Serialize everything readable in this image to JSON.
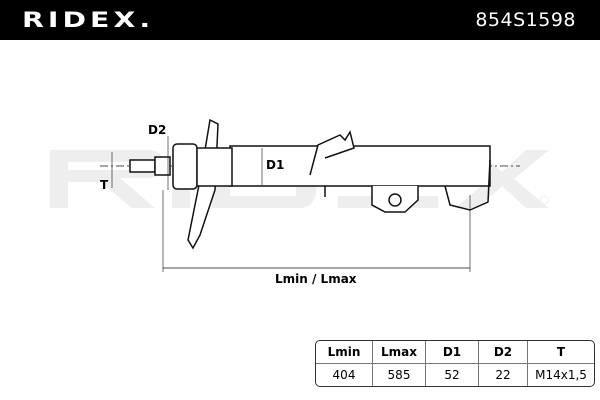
{
  "brand": {
    "logo": "RIDEX.",
    "part_number": "854S1598",
    "watermark": "RIDEX"
  },
  "drawing": {
    "labels": {
      "d2": "D2",
      "t": "T",
      "d1": "D1",
      "length": "Lmin / Lmax"
    }
  },
  "specs": {
    "headers": [
      "Lmin",
      "Lmax",
      "D1",
      "D2",
      "T"
    ],
    "values": [
      "404",
      "585",
      "52",
      "22",
      "M14x1,5"
    ]
  }
}
